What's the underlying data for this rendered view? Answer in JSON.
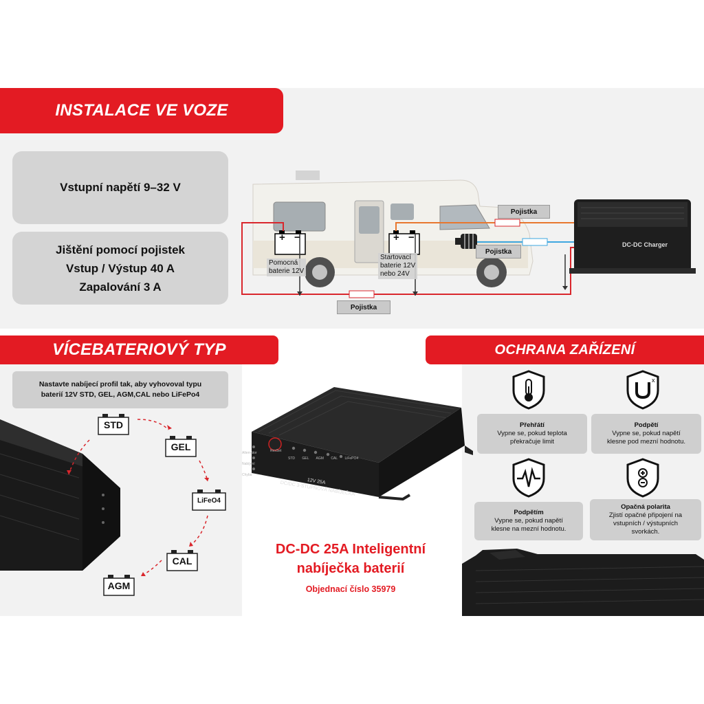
{
  "section_install": {
    "title": "INSTALACE VE VOZE"
  },
  "specs": {
    "input_voltage": "Vstupní  napětí 9–32 V",
    "fuse_lines": [
      "Jištění pomocí pojistek",
      "Vstup / Výstup 40 A",
      "Zapalování  3 A"
    ]
  },
  "diagram": {
    "aux_battery": [
      "Pomocná",
      "baterie 12V"
    ],
    "starter_battery": [
      "Startovací",
      "baterie 12V",
      "nebo 24V"
    ],
    "fuse_label": "Pojistka",
    "charger_label": "DC-DC Charger",
    "plus": "+",
    "minus": "−"
  },
  "section_multi": {
    "title": "VÍCEBATERIOVÝ TYP",
    "note": [
      "Nastavte nabíjecí profil tak, aby vyhovoval  typu",
      "baterií 12V STD, GEL, AGM,CAL nebo LiFePo4"
    ],
    "types": [
      "STD",
      "GEL",
      "LiFeO4",
      "CAL",
      "AGM"
    ]
  },
  "product": {
    "name_line1": "DC-DC 25A Inteligentní",
    "name_line2": "nabíječka baterií",
    "order_number": "Objednací číslo 35979",
    "device_face_line1": "12V 25A",
    "device_face_line2": "DC/DC 3-STUPŇOVÁ NABÍJEČKA",
    "led_labels": [
      "STD",
      "GEL",
      "AGM",
      "CAL",
      "LiFePO4"
    ],
    "side_labels": [
      "Alternátor",
      "Nabíjení",
      "Chyba"
    ],
    "reset": "ResSet"
  },
  "section_protect": {
    "title": "OCHRANA ZAŘÍZENÍ",
    "items": [
      {
        "icon": "thermometer-shield-icon",
        "title": "Přehřátí",
        "text": [
          "Vypne se, pokud teplota",
          "překračuje limit"
        ]
      },
      {
        "icon": "undervoltage-shield-icon",
        "title": "Podpětí",
        "text": [
          "Vypne se, pokud napětí",
          "klesne pod mezní hodnotu."
        ]
      },
      {
        "icon": "pulse-shield-icon",
        "title": "Podpětím",
        "text": [
          "Vypne se, pokud napětí",
          "klesne na mezní hodnotu."
        ]
      },
      {
        "icon": "polarity-shield-icon",
        "title": "Opačná polarita",
        "text": [
          "Zjistí opačné připojení na",
          "vstupních / výstupních",
          "svorkách."
        ]
      }
    ]
  },
  "colors": {
    "accent": "#e31b23",
    "panel_grey": "#d4d4d4",
    "band_grey": "#f2f2f2",
    "wire_red": "#d9262c",
    "wire_blue": "#3ea7e0",
    "wire_orange": "#e8772e"
  }
}
